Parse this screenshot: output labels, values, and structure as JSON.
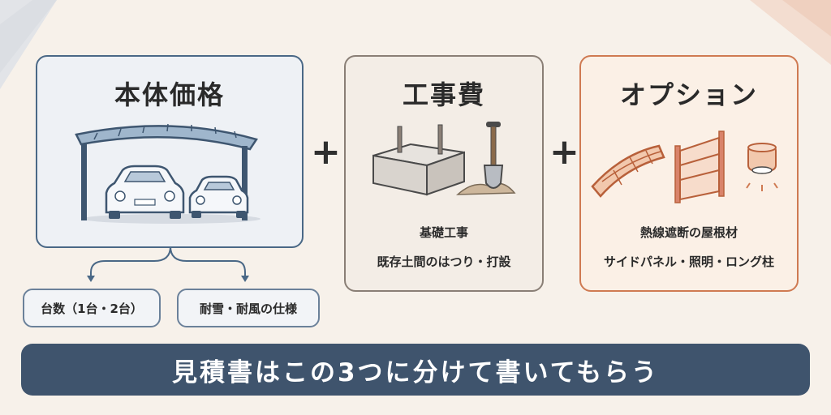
{
  "colors": {
    "background": "#f7f1ea",
    "body_border": "#4a6886",
    "work_border": "#8a7f76",
    "option_border": "#cf7a52",
    "banner": "#3f546d",
    "banner_text": "#ffffff"
  },
  "body_card": {
    "title": "本体価格",
    "icon": "carport-with-two-cars",
    "sub_items": [
      "台数（1台・2台）",
      "耐雪・耐風の仕様"
    ]
  },
  "work_card": {
    "title": "工事費",
    "icon": "foundation-block-and-shovel",
    "lines": [
      "基礎工事",
      "既存土間のはつり・打設"
    ]
  },
  "option_card": {
    "title": "オプション",
    "icons": [
      "roof-panel-icon",
      "side-panel-icon",
      "light-icon"
    ],
    "lines": [
      "熱線遮断の屋根材",
      "サイドパネル・照明・ロング柱"
    ]
  },
  "operators": [
    "+",
    "+"
  ],
  "banner": "見積書はこの3つに分けて書いてもらう"
}
